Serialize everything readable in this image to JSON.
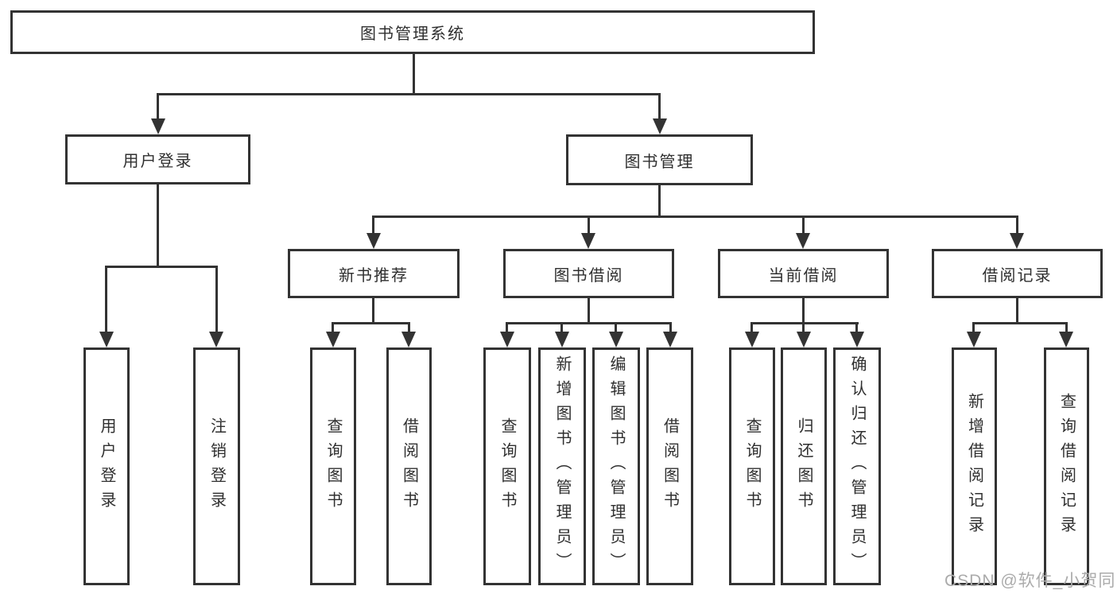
{
  "diagram": {
    "label": "图书管理系统",
    "children": [
      {
        "label": "用户登录",
        "children": [
          {
            "label": "用户登录"
          },
          {
            "label": "注销登录"
          }
        ]
      },
      {
        "label": "图书管理",
        "children": [
          {
            "label": "新书推荐",
            "children": [
              {
                "label": "查询图书"
              },
              {
                "label": "借阅图书"
              }
            ]
          },
          {
            "label": "图书借阅",
            "children": [
              {
                "label": "查询图书"
              },
              {
                "label": "新增图书（管理员）"
              },
              {
                "label": "编辑图书（管理员）"
              },
              {
                "label": "借阅图书"
              }
            ]
          },
          {
            "label": "当前借阅",
            "children": [
              {
                "label": "查询图书"
              },
              {
                "label": "归还图书"
              },
              {
                "label": "确认归还（管理员）"
              }
            ]
          },
          {
            "label": "借阅记录",
            "children": [
              {
                "label": "新增借阅记录"
              },
              {
                "label": "查询借阅记录"
              }
            ]
          }
        ]
      }
    ]
  },
  "watermark": "CSDN @软件_小贺同学",
  "colors": {
    "line": "#333333",
    "text": "#2f2f2f",
    "watermark": "#ababab",
    "background": "#ffffff"
  }
}
